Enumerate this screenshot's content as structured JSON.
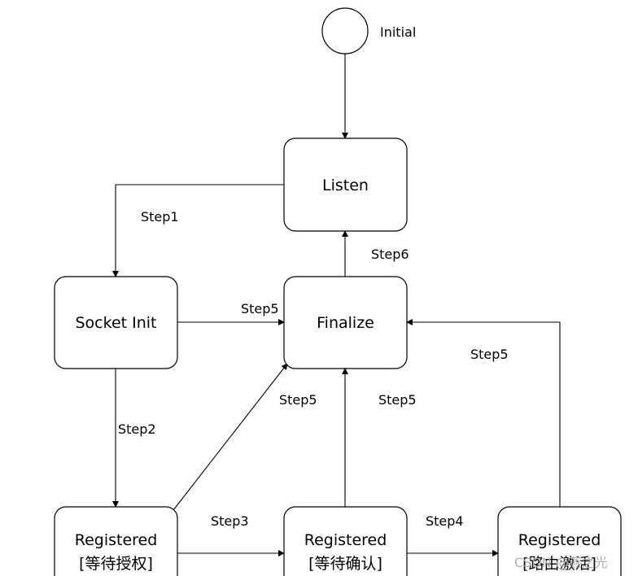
{
  "initial": {
    "label": "Initial"
  },
  "states": {
    "listen": {
      "lines": [
        "Listen"
      ]
    },
    "socket_init": {
      "lines": [
        "Socket Init"
      ]
    },
    "finalize": {
      "lines": [
        "Finalize"
      ]
    },
    "reg_auth": {
      "lines": [
        "Registered",
        "[等待授权]"
      ]
    },
    "reg_confirm": {
      "lines": [
        "Registered",
        "[等待确认]"
      ]
    },
    "reg_route": {
      "lines": [
        "Registered",
        "[路由激活]"
      ]
    }
  },
  "edges": {
    "step1": "Step1",
    "step2": "Step2",
    "step3": "Step3",
    "step4": "Step4",
    "step5_socket": "Step5",
    "step5_auth": "Step5",
    "step5_confirm": "Step5",
    "step5_route": "Step5",
    "step6": "Step6"
  },
  "watermark": "CSDN @燕之光"
}
